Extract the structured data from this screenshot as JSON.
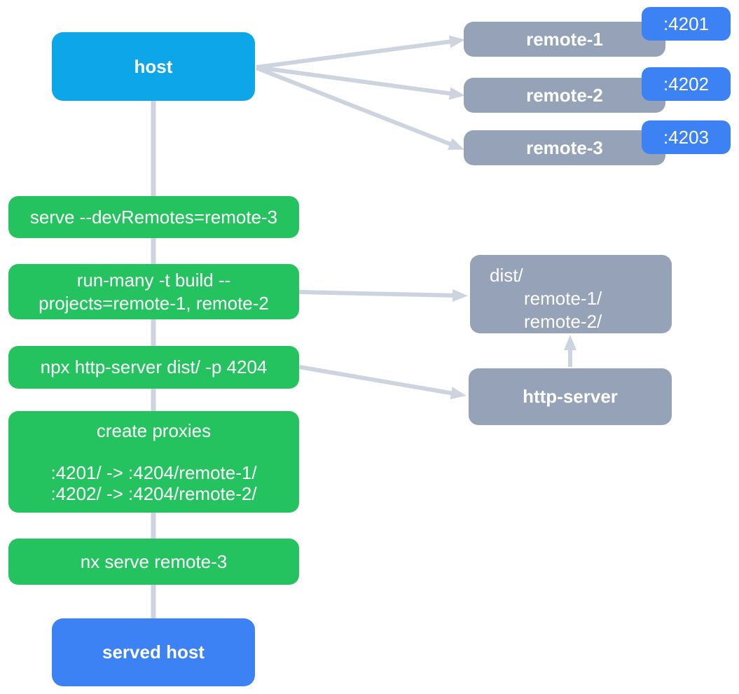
{
  "colors": {
    "host_fill": "#0DA6E8",
    "port_fill": "#3C82F4",
    "served_fill": "#3C82F4",
    "remote_fill": "#95A2B8",
    "step_fill": "#25C360",
    "arrow": "#CDD3DF",
    "text": "#FFFFFF"
  },
  "host": {
    "label": "host"
  },
  "remotes": [
    {
      "label": "remote-1",
      "port": ":4201"
    },
    {
      "label": "remote-2",
      "port": ":4202"
    },
    {
      "label": "remote-3",
      "port": ":4203"
    }
  ],
  "steps": {
    "serve": "serve --devRemotes=remote-3",
    "run_many_line1": "run-many -t build --",
    "run_many_line2": "projects=remote-1, remote-2",
    "http_server_cmd": "npx http-server dist/ -p 4204",
    "proxies_title": "create proxies",
    "proxy_line1": ":4201/ -> :4204/remote-1/",
    "proxy_line2": ":4202/ -> :4204/remote-2/",
    "nx_serve": "nx serve remote-3"
  },
  "dist": {
    "root": "dist/",
    "children": [
      "remote-1/",
      "remote-2/"
    ]
  },
  "http_server": {
    "label": "http-server"
  },
  "served_host": {
    "label": "served host"
  }
}
